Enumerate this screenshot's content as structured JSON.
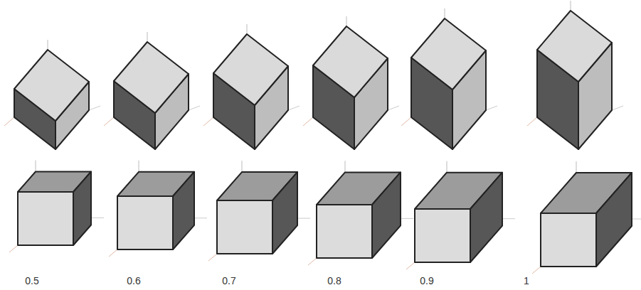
{
  "diagram": {
    "labels": [
      "0.5",
      "0.6",
      "0.7",
      "0.8",
      "0.9",
      "1"
    ]
  }
}
